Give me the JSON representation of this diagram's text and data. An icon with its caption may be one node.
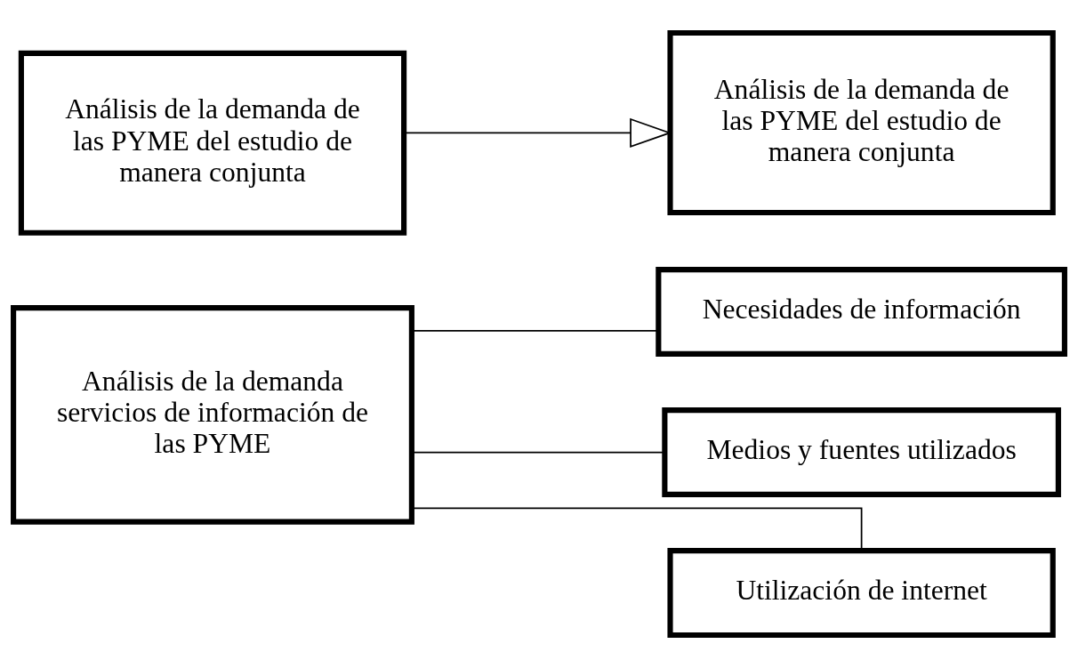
{
  "diagram": {
    "nodes": [
      {
        "text": [
          "Análisis de la demanda de las PYME del estudio de manera conjunta"
        ]
      },
      {
        "text": [
          "Análisis de la demanda de las PYME del estudio de manera conjunta"
        ]
      },
      {
        "text": [
          "Análisis de la demanda servicios de información de las PYME"
        ]
      },
      {
        "text": [
          "Necesidades de información"
        ]
      },
      {
        "text": [
          "Medios y fuentes utilizados"
        ]
      },
      {
        "text": [
          "Utilización de internet"
        ]
      }
    ],
    "edges": [
      {
        "from": 0,
        "to": 1,
        "arrow": "to"
      },
      {
        "from": 2,
        "to": 3,
        "arrow": "none"
      },
      {
        "from": 2,
        "to": 4,
        "arrow": "none"
      },
      {
        "from": 2,
        "to": 5,
        "arrow": "none"
      }
    ]
  }
}
